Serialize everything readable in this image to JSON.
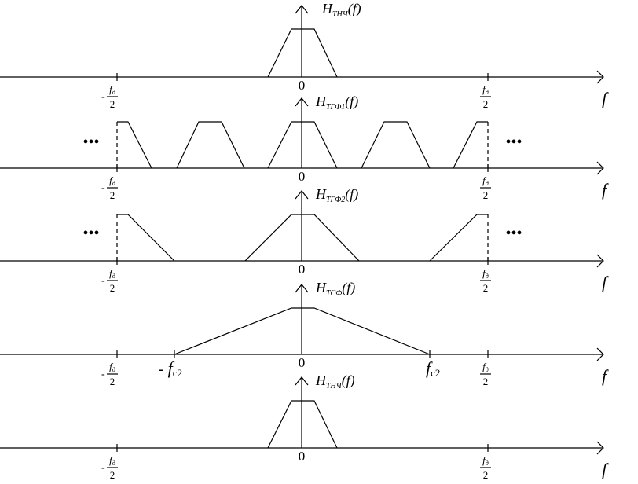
{
  "panels": [
    {
      "label_main": "H",
      "label_sub": "ТНЧ",
      "label_arg": "(f)"
    },
    {
      "label_main": "H",
      "label_sub": "ТГФ1",
      "label_arg": "(f)"
    },
    {
      "label_main": "H",
      "label_sub": "ТГФ2",
      "label_arg": "(f)"
    },
    {
      "label_main": "H",
      "label_sub": "ТСФ",
      "label_arg": "(f)"
    },
    {
      "label_main": "H",
      "label_sub": "ТНЧ",
      "label_arg": "(f)"
    }
  ],
  "axis": {
    "origin": "0",
    "x_label": "f",
    "fs_num": "f",
    "fs_sub": "д",
    "fs_den": "2",
    "minus": "-"
  },
  "cutoff": {
    "main": "f",
    "sub": "c2",
    "minus": "-"
  },
  "ellipsis": "•••"
}
